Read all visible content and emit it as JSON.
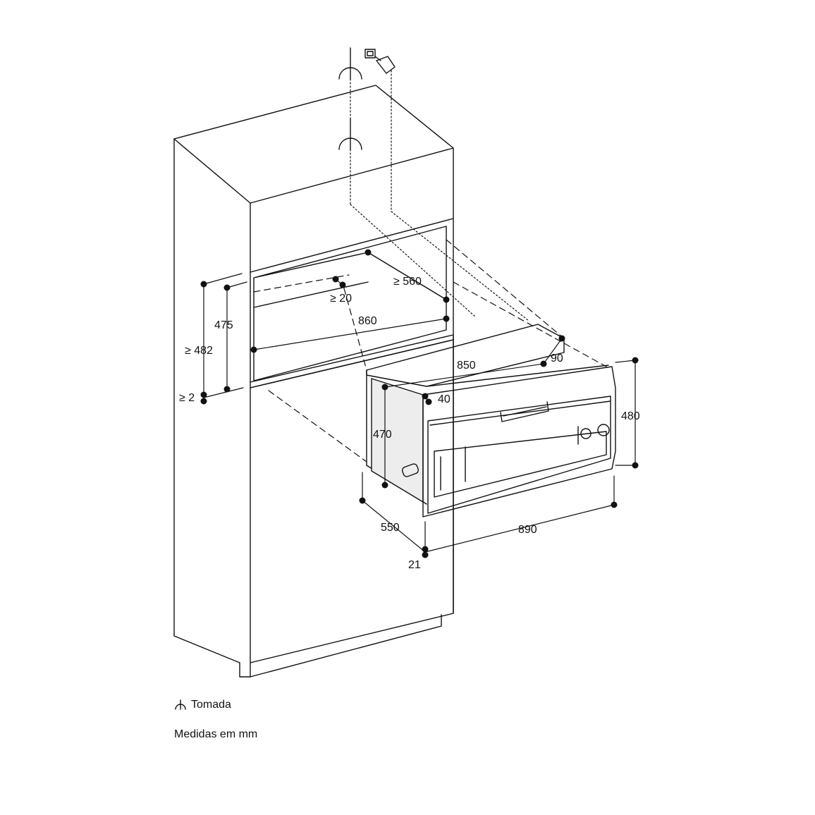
{
  "dimensions": {
    "d860": "860",
    "d560": "≥ 560",
    "d20": "≥ 20",
    "d475": "475",
    "d482": "≥ 482",
    "d2": "≥ 2",
    "d850": "850",
    "d90": "90",
    "d40": "40",
    "d470": "470",
    "d480": "480",
    "d550": "550",
    "d890": "890",
    "d21": "21"
  },
  "legend": {
    "outlet_label": "Tomada",
    "units_note": "Medidas em mm"
  },
  "icons": {
    "outlet_symbol": "power-outlet-icon"
  }
}
